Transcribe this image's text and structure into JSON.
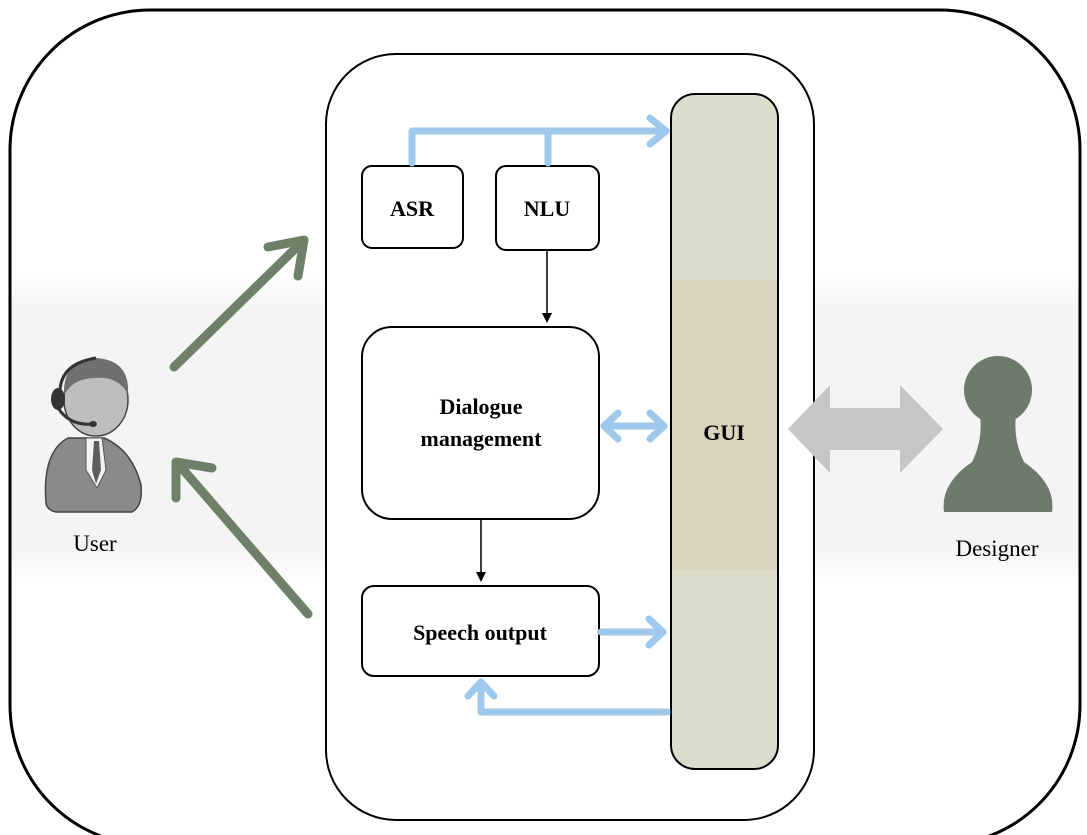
{
  "system": {
    "components": {
      "asr": "ASR",
      "nlu": "NLU",
      "dialogue_management_line1": "Dialogue",
      "dialogue_management_line2": "management",
      "speech_output": "Speech output",
      "gui": "GUI"
    }
  },
  "actors": {
    "user": {
      "label": "User",
      "icon": "user-headset-icon"
    },
    "designer": {
      "label": "Designer",
      "icon": "designer-pawn-icon"
    }
  },
  "colors": {
    "frame_stroke": "#000000",
    "gui_fill": "#dcdccc",
    "gui_band": "#d9d3bd",
    "band_background": "#f4f4f4",
    "blue_arrow": "#9ec9ec",
    "green_arrow": "#6e8068",
    "grey_arrow": "#c6c6c6",
    "designer_fill": "#6d7a6c",
    "user_fill": "#8a8a8a"
  }
}
